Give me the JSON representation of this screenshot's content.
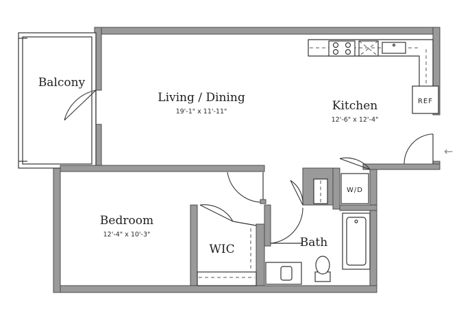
{
  "rooms": {
    "balcony": {
      "name": "Balcony"
    },
    "living": {
      "name": "Living / Dining",
      "dims": "19'-1\" x 11'-11\""
    },
    "kitchen": {
      "name": "Kitchen",
      "dims": "12'-6\" x 12'-4\""
    },
    "bedroom": {
      "name": "Bedroom",
      "dims": "12'-4\" x 10'-3\""
    },
    "wic": {
      "name": "WIC"
    },
    "bath": {
      "name": "Bath"
    }
  },
  "appliances": {
    "ref": "REF",
    "washer_dryer": "W/D"
  },
  "entry_arrow": "←"
}
